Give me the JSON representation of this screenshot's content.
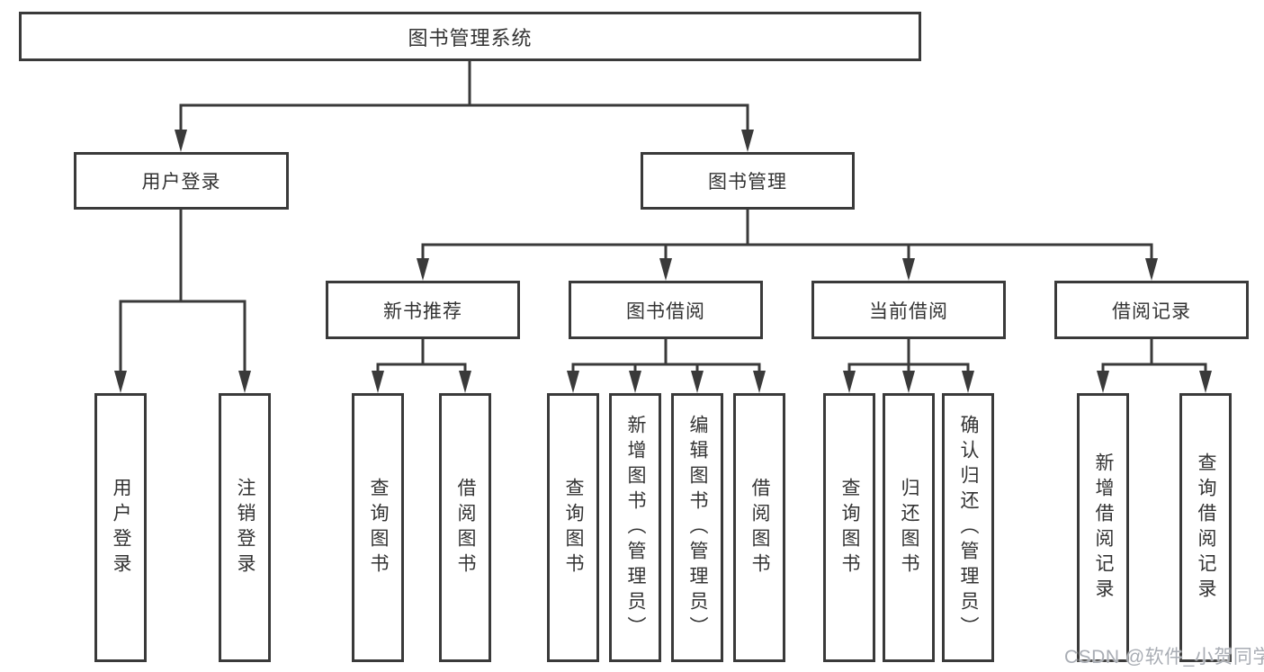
{
  "diagram_type": "hierarchy-tree",
  "watermark": "CSDN @软件_小贺同学",
  "colors": {
    "background": "#ffffff",
    "line": "#3a3a3a",
    "box_border": "#3a3a3a",
    "box_fill": "#ffffff",
    "text": "#333333",
    "watermark": "#a9adb4"
  },
  "tree": {
    "label": "图书管理系统",
    "children": [
      {
        "label": "用户登录",
        "children": [
          {
            "label": "用户登录"
          },
          {
            "label": "注销登录"
          }
        ]
      },
      {
        "label": "图书管理",
        "children": [
          {
            "label": "新书推荐",
            "children": [
              {
                "label": "查询图书"
              },
              {
                "label": "借阅图书"
              }
            ]
          },
          {
            "label": "图书借阅",
            "children": [
              {
                "label": "查询图书"
              },
              {
                "label": "新增图书（管理员）"
              },
              {
                "label": "编辑图书（管理员）"
              },
              {
                "label": "借阅图书"
              }
            ]
          },
          {
            "label": "当前借阅",
            "children": [
              {
                "label": "查询图书"
              },
              {
                "label": "归还图书"
              },
              {
                "label": "确认归还（管理员）"
              }
            ]
          },
          {
            "label": "借阅记录",
            "children": [
              {
                "label": "新增借阅记录"
              },
              {
                "label": "查询借阅记录"
              }
            ]
          }
        ]
      }
    ]
  }
}
